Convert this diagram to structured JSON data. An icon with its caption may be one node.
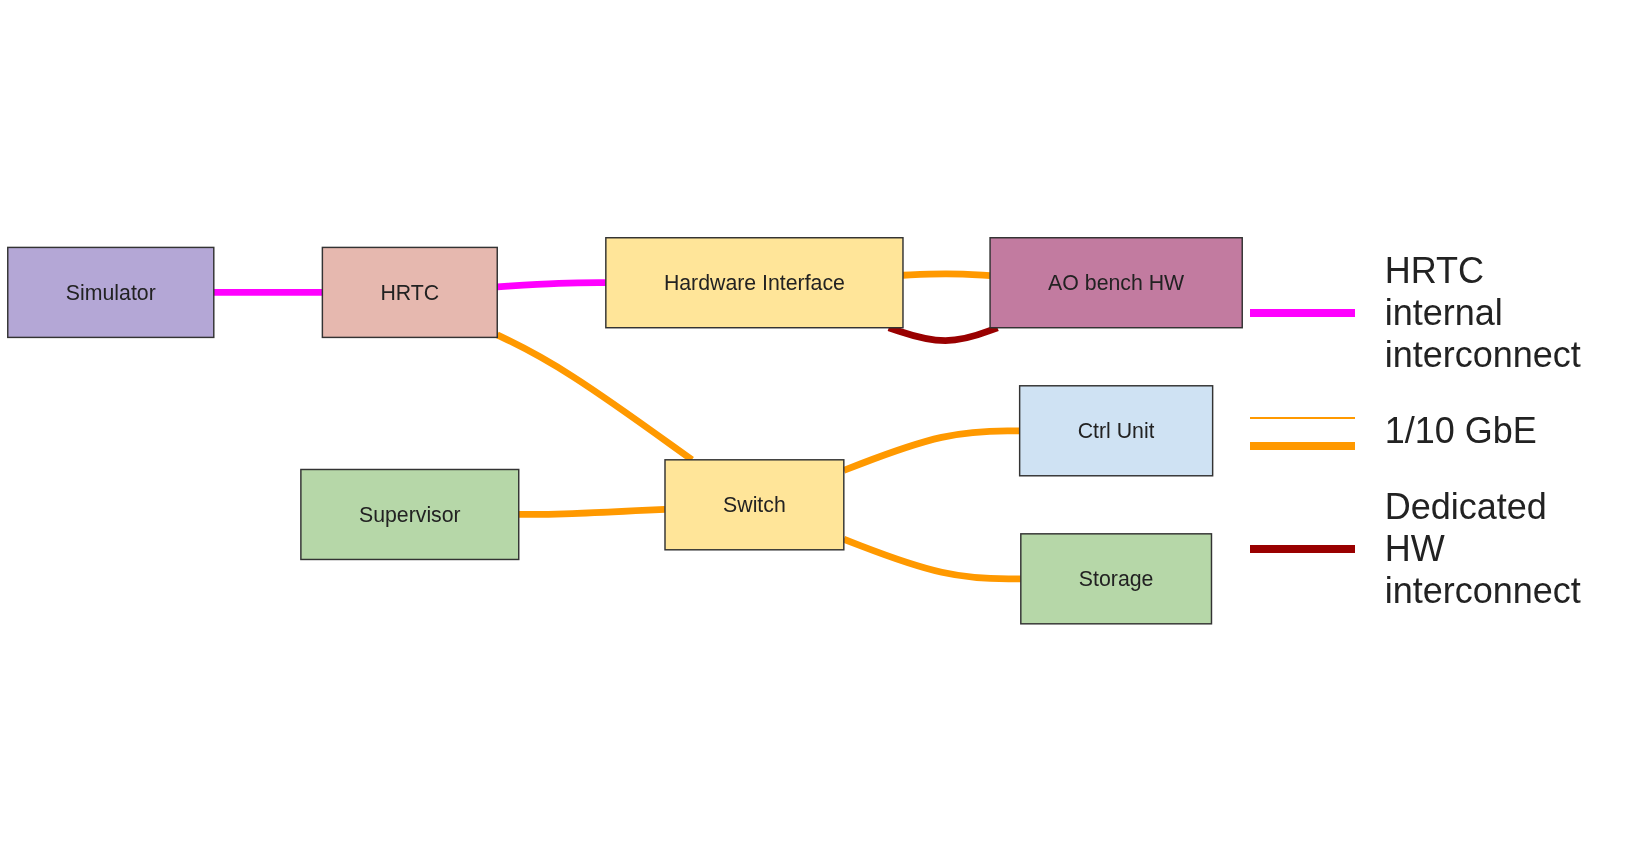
{
  "diagram": {
    "nodes": [
      {
        "text": [
          "Simulator"
        ]
      },
      {
        "text": [
          "HRTC"
        ]
      },
      {
        "text": [
          "Hardware Interface"
        ]
      },
      {
        "text": [
          "AO bench HW"
        ]
      },
      {
        "text": [
          "Supervisor"
        ]
      },
      {
        "text": [
          "Switch"
        ]
      },
      {
        "text": [
          "Ctrl Unit"
        ]
      },
      {
        "text": [
          "Storage"
        ]
      }
    ],
    "edges": [
      {
        "from": 0,
        "to": 1,
        "arrow": "none",
        "color": "#ff00ff"
      },
      {
        "from": 1,
        "to": 2,
        "arrow": "none",
        "color": "#ff00ff"
      },
      {
        "from": 2,
        "to": 3,
        "arrow": "none"
      },
      {
        "from": 2,
        "to": 3,
        "arrow": "none",
        "color": "#990000"
      },
      {
        "from": 1,
        "to": 5,
        "arrow": "none"
      },
      {
        "from": 4,
        "to": 5,
        "arrow": "none"
      },
      {
        "from": 5,
        "to": 6,
        "arrow": "none"
      },
      {
        "from": 5,
        "to": 7,
        "arrow": "none"
      }
    ],
    "legend": [
      {
        "text": "HRTC internal interconnect"
      },
      {
        "text": "1/10 GbE"
      },
      {
        "text": "Dedicated HW interconnect"
      }
    ]
  }
}
